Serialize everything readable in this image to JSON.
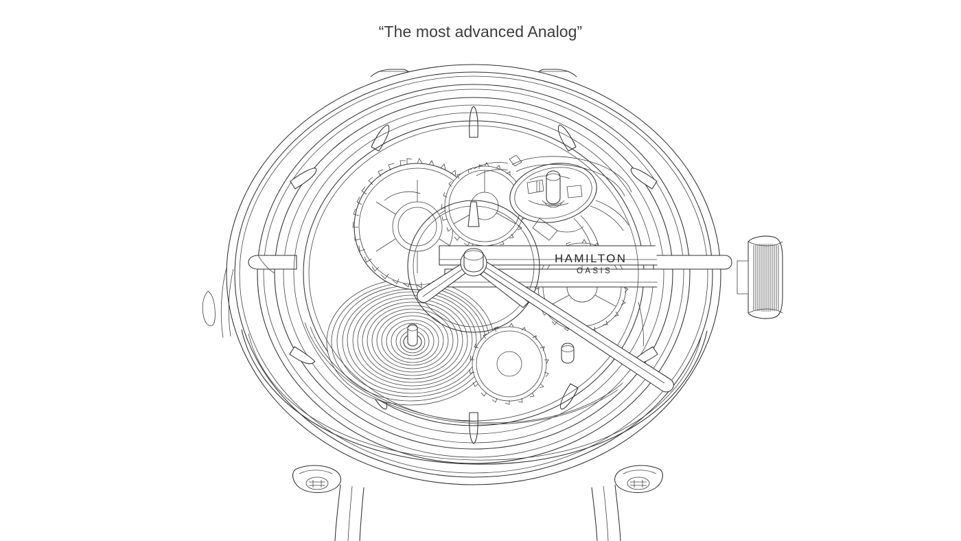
{
  "page": {
    "background_color": "#ffffff",
    "line_color": "#2e2e2e",
    "caption_color": "#3b3b3b"
  },
  "caption": {
    "text": "“The most advanced Analog”"
  },
  "watch": {
    "brand": "HAMILTON",
    "model": "OASIS",
    "style": "skeleton line drawing",
    "case_shape": "round",
    "crown_position": "3 o'clock",
    "dial": {
      "hour_markers_count": 12,
      "marker_styles": [
        "tapered baton",
        "tapered baton",
        "flat bar",
        "tapered baton",
        "tapered baton",
        "tapered baton",
        "tapered baton",
        "tapered baton",
        "flat bar",
        "tapered baton",
        "tapered baton",
        "tapered baton"
      ]
    },
    "hands": {
      "minute_hand_angle_deg": 145,
      "hour_hand_angle_deg": 196
    },
    "movement_parts": [
      "mainspring barrel",
      "balance wheel",
      "gear train wheel",
      "escape wheel",
      "center wheel",
      "bridge",
      "jewel"
    ],
    "strap": "leather strap",
    "lug_screws_count": 2
  }
}
